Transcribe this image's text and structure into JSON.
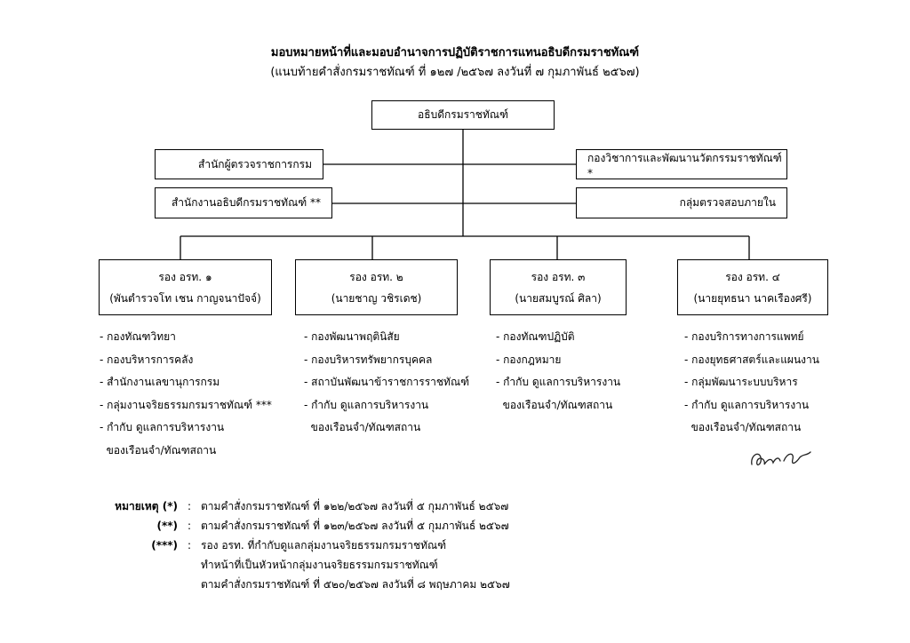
{
  "header": {
    "title": "มอบหมายหน้าที่และมอบอำนาจการปฏิบัติราชการแทนอธิบดีกรมราชทัณฑ์",
    "subtitle": "(แนบท้ายคำสั่งกรมราชทัณฑ์ ที่  ๑๒๗ /๒๕๖๗  ลงวันที่  ๗  กุมภาพันธ์ ๒๕๖๗)"
  },
  "top_box": "อธิบดีกรมราชทัณฑ์",
  "staff_boxes": {
    "left_1": "สำนักผู้ตรวจราชการกรม",
    "left_2": "สำนักงานอธิบดีกรมราชทัณฑ์ **",
    "right_1": "กองวิชาการและพัฒนานวัตกรรมราชทัณฑ์ *",
    "right_2": "กลุ่มตรวจสอบภายใน"
  },
  "deputies": [
    {
      "title": "รอง อรท. ๑",
      "name": "(พันตำรวจโท เชน กาญจนาปัจจ์)",
      "items": [
        "- กองทัณฑวิทยา",
        "- กองบริหารการคลัง",
        "- สำนักงานเลขานุการกรม",
        "- กลุ่มงานจริยธรรมกรมราชทัณฑ์ ***",
        "- กำกับ ดูแลการบริหารงาน",
        "  ของเรือนจำ/ทัณฑสถาน"
      ]
    },
    {
      "title": "รอง อรท. ๒",
      "name": "(นายชาญ  วชิรเดช)",
      "items": [
        "- กองพัฒนาพฤตินิสัย",
        "- กองบริหารทรัพยากรบุคคล",
        "- สถาบันพัฒนาข้าราชการราชทัณฑ์",
        "- กำกับ ดูแลการบริหารงาน",
        "  ของเรือนจำ/ทัณฑสถาน"
      ]
    },
    {
      "title": "รอง อรท. ๓",
      "name": "(นายสมบูรณ์  ศิลา)",
      "items": [
        "- กองทัณฑปฏิบัติ",
        "- กองกฎหมาย",
        "- กำกับ ดูแลการบริหารงาน",
        "  ของเรือนจำ/ทัณฑสถาน"
      ]
    },
    {
      "title": "รอง อรท. ๔",
      "name": "(นายยุทธนา นาคเรืองศรี)",
      "items": [
        "- กองบริการทางการแพทย์",
        "- กองยุทธศาสตร์และแผนงาน",
        "- กลุ่มพัฒนาระบบบริหาร",
        "- กำกับ ดูแลการบริหารงาน",
        "  ของเรือนจำ/ทัณฑสถาน"
      ]
    }
  ],
  "notes": {
    "label_1": "หมายเหตุ (*)",
    "text_1": "ตามคำสั่งกรมราชทัณฑ์ ที่  ๑๒๒/๒๕๖๗ ลงวันที่  ๕ กุมภาพันธ์  ๒๕๖๗",
    "label_2": "(**)",
    "text_2": "ตามคำสั่งกรมราชทัณฑ์ ที่  ๑๒๓/๒๕๖๗ ลงวันที่  ๕ กุมภาพันธ์  ๒๕๖๗",
    "label_3": "(***)",
    "text_3a": "รอง อรท.  ที่กำกับดูแลกลุ่มงานจริยธรรมกรมราชทัณฑ์",
    "text_3b": "ทำหน้าที่เป็นหัวหน้ากลุ่มงานจริยธรรมกรมราชทัณฑ์",
    "text_3c": "ตามคำสั่งกรมราชทัณฑ์ ที่  ๕๒๐/๒๕๖๗ ลงวันที่ ๘ พฤษภาคม  ๒๕๖๗",
    "colon": ":"
  }
}
